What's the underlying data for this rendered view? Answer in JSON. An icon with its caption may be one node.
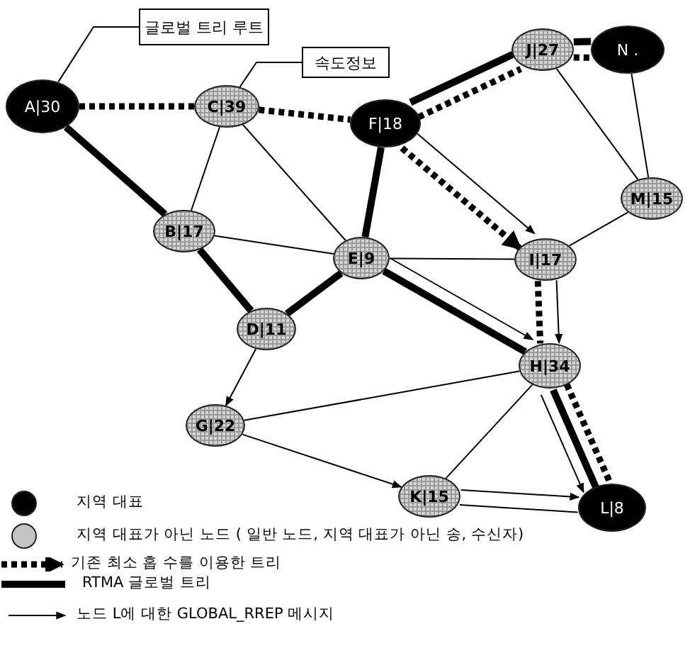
{
  "diagram": {
    "nodes": [
      {
        "text": [
          "글로벌 트리 루트"
        ]
      },
      {
        "text": [
          "속도정보"
        ]
      },
      {
        "text": [
          "A|30"
        ]
      },
      {
        "text": [
          "C|39"
        ]
      },
      {
        "text": [
          "F|18"
        ]
      },
      {
        "text": [
          "J|27"
        ]
      },
      {
        "text": [
          "N ."
        ]
      },
      {
        "text": [
          "M|15"
        ]
      },
      {
        "text": [
          "B|17"
        ]
      },
      {
        "text": [
          "E|9"
        ]
      },
      {
        "text": [
          "I|17"
        ]
      },
      {
        "text": [
          "D|11"
        ]
      },
      {
        "text": [
          "H|34"
        ]
      },
      {
        "text": [
          "G|22"
        ]
      },
      {
        "text": [
          "K|15"
        ]
      },
      {
        "text": [
          "L|8"
        ]
      }
    ],
    "edges": [
      {
        "from": 0,
        "to": 2,
        "arrow": "none"
      },
      {
        "from": 1,
        "to": 3,
        "arrow": "none"
      },
      {
        "from": 2,
        "to": 3,
        "arrow": "none",
        "style": "dashed"
      },
      {
        "from": 3,
        "to": 4,
        "arrow": "none",
        "style": "dashed"
      },
      {
        "from": 4,
        "to": 5,
        "arrow": "none",
        "style": "dashed"
      },
      {
        "from": 5,
        "to": 6,
        "arrow": "none",
        "style": "dashed"
      },
      {
        "from": 4,
        "to": 10,
        "arrow": "to",
        "style": "dashed"
      },
      {
        "from": 10,
        "to": 12,
        "arrow": "none",
        "style": "dashed"
      },
      {
        "from": 12,
        "to": 15,
        "arrow": "none",
        "style": "dashed"
      },
      {
        "from": 2,
        "to": 8,
        "arrow": "none",
        "style": "thick"
      },
      {
        "from": 8,
        "to": 11,
        "arrow": "none",
        "style": "thick"
      },
      {
        "from": 11,
        "to": 9,
        "arrow": "none",
        "style": "thick"
      },
      {
        "from": 9,
        "to": 4,
        "arrow": "none",
        "style": "thick"
      },
      {
        "from": 4,
        "to": 5,
        "arrow": "none",
        "style": "thick"
      },
      {
        "from": 5,
        "to": 6,
        "arrow": "none",
        "style": "thick"
      },
      {
        "from": 9,
        "to": 12,
        "arrow": "none",
        "style": "thick"
      },
      {
        "from": 12,
        "to": 15,
        "arrow": "none",
        "style": "thick"
      },
      {
        "from": 4,
        "to": 10,
        "arrow": "to"
      },
      {
        "from": 10,
        "to": 12,
        "arrow": "to"
      },
      {
        "from": 9,
        "to": 12,
        "arrow": "to"
      },
      {
        "from": 12,
        "to": 15,
        "arrow": "to"
      },
      {
        "from": 11,
        "to": 13,
        "arrow": "to"
      },
      {
        "from": 13,
        "to": 14,
        "arrow": "to"
      },
      {
        "from": 14,
        "to": 15,
        "arrow": "to"
      },
      {
        "from": 3,
        "to": 8,
        "arrow": "none"
      },
      {
        "from": 3,
        "to": 9,
        "arrow": "none"
      },
      {
        "from": 8,
        "to": 9,
        "arrow": "none"
      },
      {
        "from": 9,
        "to": 10,
        "arrow": "none"
      },
      {
        "from": 5,
        "to": 7,
        "arrow": "none"
      },
      {
        "from": 6,
        "to": 7,
        "arrow": "none"
      },
      {
        "from": 7,
        "to": 10,
        "arrow": "none"
      },
      {
        "from": 13,
        "to": 12,
        "arrow": "none"
      },
      {
        "from": 14,
        "to": 12,
        "arrow": "none"
      },
      {
        "from": 14,
        "to": 15,
        "arrow": "none"
      }
    ],
    "legend": [
      {
        "text": "지역 대표",
        "color": "#000000"
      },
      {
        "text": "지역 대표가 아닌 노드 ( 일반 노드, 지역 대표가 아닌 송, 수신자)",
        "color": "#c4c4c4"
      },
      {
        "text": "기존 최소 홉 수를 이용한 트리"
      },
      {
        "text": "RTMA 글로벌 트리"
      },
      {
        "text": "노드 L에 대한 GLOBAL_RREP 메시지"
      }
    ]
  }
}
